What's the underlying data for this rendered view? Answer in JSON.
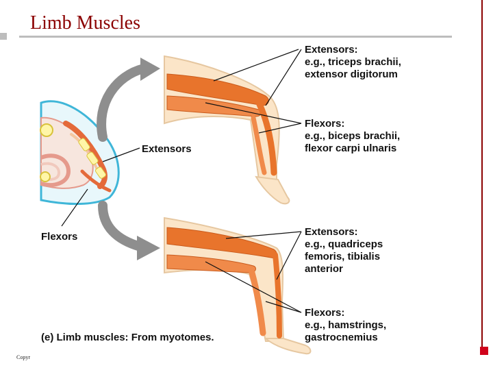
{
  "title": "Limb Muscles",
  "copyright": "Copyr",
  "figure": {
    "caption": "(e) Limb muscles: From myotomes.",
    "embryo_labels": {
      "extensors": "Extensors",
      "flexors": "Flexors"
    },
    "arm": {
      "extensors": {
        "heading": "Extensors:",
        "line1": "e.g., triceps brachii,",
        "line2": "extensor digitorum"
      },
      "flexors": {
        "heading": "Flexors:",
        "line1": "e.g., biceps brachii,",
        "line2": "flexor carpi ulnaris"
      }
    },
    "leg": {
      "extensors": {
        "heading": "Extensors:",
        "line1": "e.g., quadriceps",
        "line2": "femoris, tibialis",
        "line3": "anterior"
      },
      "flexors": {
        "heading": "Flexors:",
        "line1": "e.g., hamstrings,",
        "line2": "gastrocnemius"
      }
    }
  }
}
